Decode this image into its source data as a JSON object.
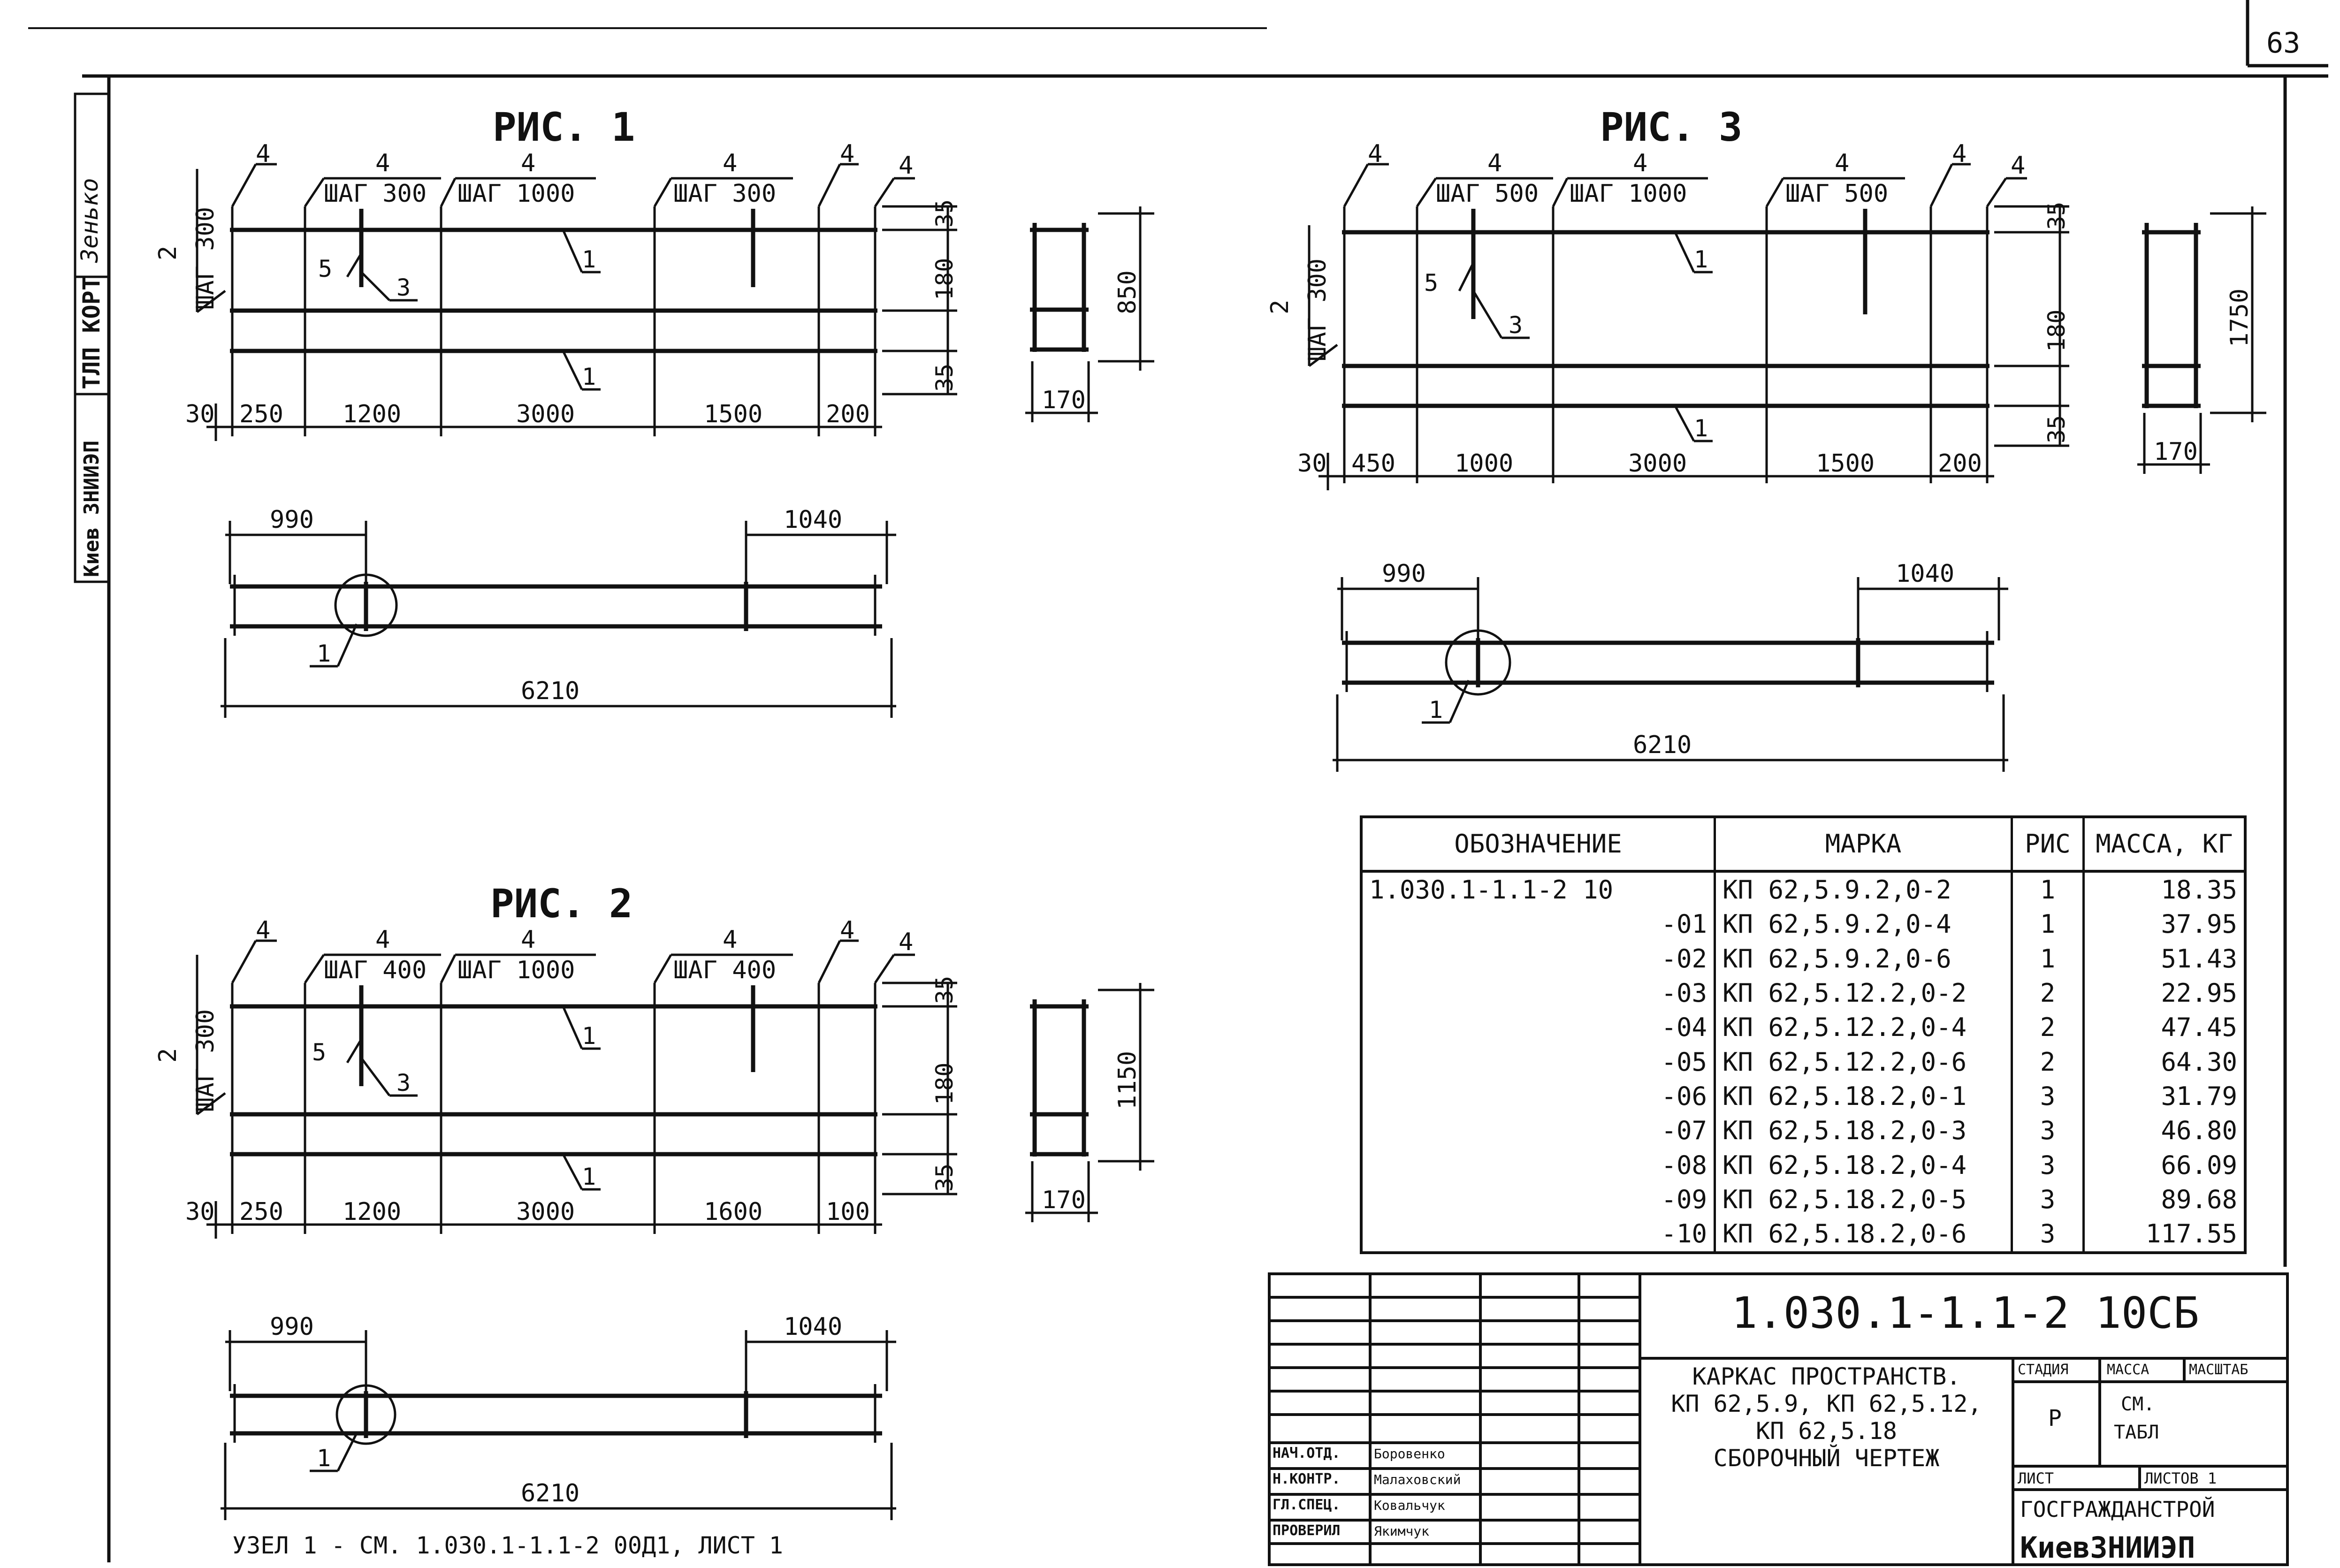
{
  "corner_page_number": "63",
  "side_stamp": {
    "org": "Киев ЗНИИЭП",
    "dept": "ТЛП КОРТ",
    "signature": "Зенько"
  },
  "figures": [
    {
      "title": "РИС. 1",
      "top_marks": [
        "4",
        "4",
        "4",
        "4",
        "4",
        "4"
      ],
      "step_labels": [
        "ШАГ 300",
        "ШАГ 1000",
        "ШАГ 300"
      ],
      "left_label": {
        "count": "2",
        "step": "ШАГ 300"
      },
      "callouts": [
        "1",
        "1",
        "5",
        "3"
      ],
      "right_dims": [
        "35",
        "180",
        "35"
      ],
      "bottom_dims": [
        "30",
        "250",
        "1200",
        "3000",
        "1500",
        "200"
      ],
      "section": {
        "height": "850",
        "width": "170"
      },
      "plan": {
        "left": "990",
        "right": "1040",
        "total": "6210",
        "callout": "1"
      }
    },
    {
      "title": "РИС. 2",
      "top_marks": [
        "4",
        "4",
        "4",
        "4",
        "4",
        "4"
      ],
      "step_labels": [
        "ШАГ 400",
        "ШАГ 1000",
        "ШАГ 400"
      ],
      "left_label": {
        "count": "2",
        "step": "ШАГ 300"
      },
      "callouts": [
        "1",
        "1",
        "5",
        "3"
      ],
      "right_dims": [
        "35",
        "180",
        "35"
      ],
      "bottom_dims": [
        "30",
        "250",
        "1200",
        "3000",
        "1600",
        "100"
      ],
      "section": {
        "height": "1150",
        "width": "170"
      },
      "plan": {
        "left": "990",
        "right": "1040",
        "total": "6210",
        "callout": "1"
      }
    },
    {
      "title": "РИС. 3",
      "top_marks": [
        "4",
        "4",
        "4",
        "4",
        "4",
        "4"
      ],
      "step_labels": [
        "ШАГ 500",
        "ШАГ 1000",
        "ШАГ 500"
      ],
      "left_label": {
        "count": "2",
        "step": "ШАГ 300"
      },
      "callouts": [
        "1",
        "1",
        "5",
        "3"
      ],
      "right_dims": [
        "35",
        "180",
        "35"
      ],
      "bottom_dims": [
        "30",
        "450",
        "1000",
        "3000",
        "1500",
        "200"
      ],
      "section": {
        "height": "1750",
        "width": "170"
      },
      "plan": {
        "left": "990",
        "right": "1040",
        "total": "6210",
        "callout": "1"
      }
    }
  ],
  "spec_table": {
    "headers": [
      "ОБОЗНАЧЕНИЕ",
      "МАРКА",
      "РИС",
      "МАССА, КГ"
    ],
    "rows": [
      [
        "1.030.1-1.1-2 10",
        "КП 62,5.9.2,0-2",
        "1",
        "18.35"
      ],
      [
        "-01",
        "КП 62,5.9.2,0-4",
        "1",
        "37.95"
      ],
      [
        "-02",
        "КП 62,5.9.2,0-6",
        "1",
        "51.43"
      ],
      [
        "-03",
        "КП 62,5.12.2,0-2",
        "2",
        "22.95"
      ],
      [
        "-04",
        "КП 62,5.12.2,0-4",
        "2",
        "47.45"
      ],
      [
        "-05",
        "КП 62,5.12.2,0-6",
        "2",
        "64.30"
      ],
      [
        "-06",
        "КП 62,5.18.2,0-1",
        "3",
        "31.79"
      ],
      [
        "-07",
        "КП 62,5.18.2,0-3",
        "3",
        "46.80"
      ],
      [
        "-08",
        "КП 62,5.18.2,0-4",
        "3",
        "66.09"
      ],
      [
        "-09",
        "КП 62,5.18.2,0-5",
        "3",
        "89.68"
      ],
      [
        "-10",
        "КП 62,5.18.2,0-6",
        "3",
        "117.55"
      ]
    ]
  },
  "title_block": {
    "code": "1.030.1-1.1-2 10СБ",
    "title_lines": [
      "КАРКАС ПРОСТРАНСТВ.",
      "КП 62,5.9, КП 62,5.12,",
      "КП 62,5.18",
      "СБОРОЧНЫЙ ЧЕРТЕЖ"
    ],
    "stage_label": "СТАДИЯ",
    "mass_label": "МАССА",
    "scale_label": "МАСШТАБ",
    "stage_value": "Р",
    "mass_value_1": "СМ.",
    "mass_value_2": "ТАБЛ",
    "sheet_label": "ЛИСТ",
    "sheets_label": "ЛИСТОВ 1",
    "org": "ГОСГРАЖДАНСТРОЙ",
    "org2": "КиевЗНИИЭП",
    "roles": [
      "НАЧ.ОТД.",
      "Н.КОНТР.",
      "ГЛ.СПЕЦ.",
      "ПРОВЕРИЛ"
    ],
    "names": [
      "Боровенко",
      "Малаховский",
      "Ковальчук",
      "Якимчук"
    ]
  },
  "footnote": "УЗЕЛ 1 - СМ. 1.030.1-1.1-2 00Д1, ЛИСТ 1"
}
